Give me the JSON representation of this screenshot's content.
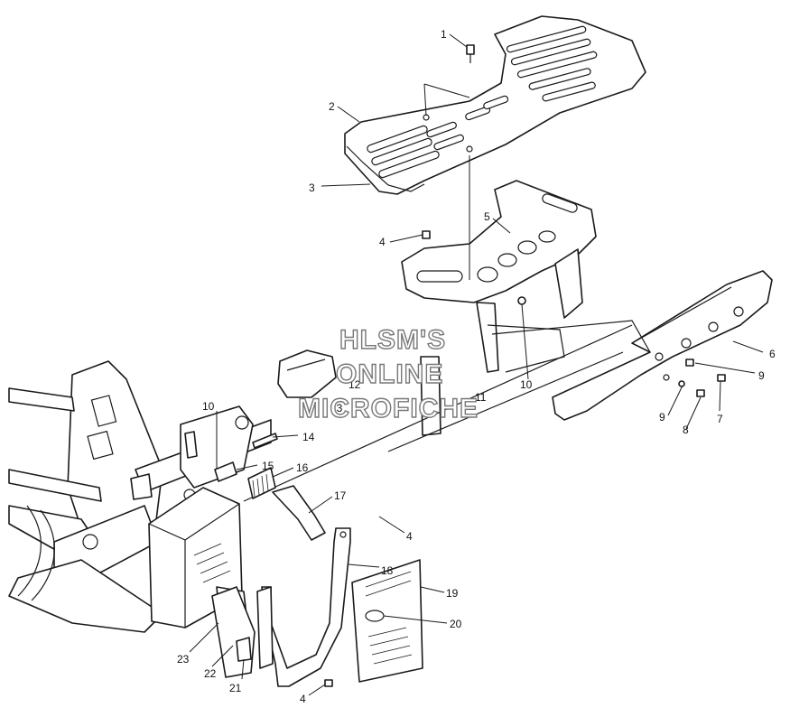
{
  "watermark": [
    "HLSM'S",
    "ONLINE",
    "MICROFICHE"
  ],
  "callouts": [
    "1",
    "2",
    "3",
    "4",
    "5",
    "6",
    "7",
    "8",
    "9",
    "9",
    "10",
    "10",
    "11",
    "12",
    "13",
    "14",
    "15",
    "16",
    "17",
    "18",
    "19",
    "20",
    "21",
    "22",
    "23",
    "4",
    "4"
  ],
  "colors": {
    "line": "#1a1a1a",
    "watermark_stroke": "#777777",
    "background": "#ffffff"
  }
}
